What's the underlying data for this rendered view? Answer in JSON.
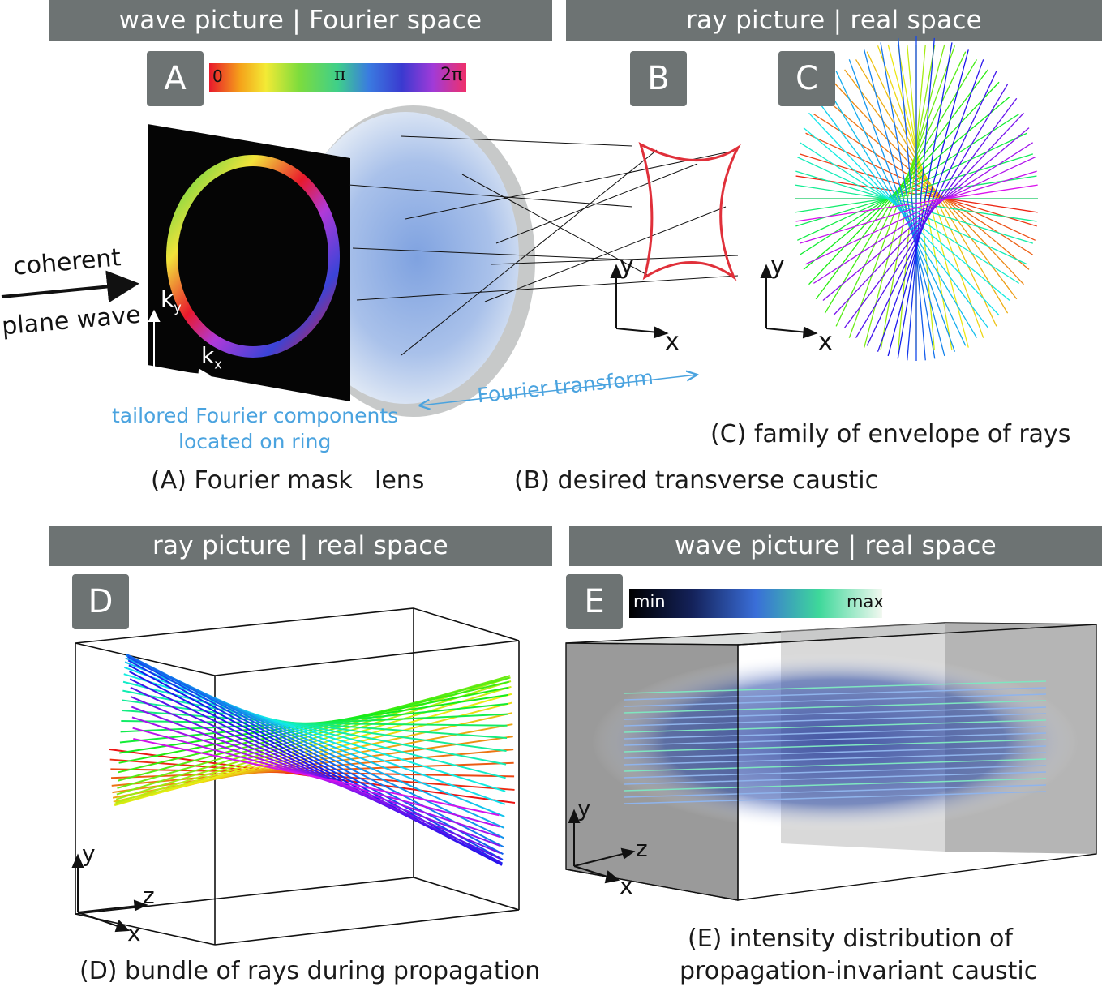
{
  "headers": {
    "top_left": "wave picture | Fourier space",
    "top_right": "ray picture | real space",
    "bottom_left": "ray picture | real space",
    "bottom_right": "wave picture | real space"
  },
  "badges": {
    "a": "A",
    "b": "B",
    "c": "C",
    "d": "D",
    "e": "E"
  },
  "phase_colorbar": {
    "min": "0",
    "mid": "π",
    "max": "2π"
  },
  "intensity_colorbar": {
    "min": "min",
    "max": "max"
  },
  "panel_a": {
    "input_line1": "coherent",
    "input_line2": "plane wave",
    "ky": "k",
    "ky_sub": "y",
    "kx": "k",
    "kx_sub": "x",
    "note_line1": "tailored Fourier components",
    "note_line2": "located on ring",
    "transform": "Fourier transform",
    "caption_mask": "(A) Fourier mask",
    "caption_lens": "lens"
  },
  "panel_b": {
    "axis_y": "y",
    "axis_x": "x",
    "caption": "(B) desired transverse caustic"
  },
  "panel_c": {
    "axis_y": "y",
    "axis_x": "x",
    "caption": "(C) family of envelope of rays"
  },
  "panel_d": {
    "axis_y": "y",
    "axis_z": "z",
    "axis_x": "x",
    "caption": "(D) bundle of rays during propagation"
  },
  "panel_e": {
    "axis_y": "y",
    "axis_z": "z",
    "axis_x": "x",
    "caption_line1": "(E) intensity distribution of",
    "caption_line2": "propagation-invariant caustic"
  },
  "colors": {
    "header": "#6d7373",
    "note_blue": "#4aa3df",
    "caustic_red": "#e0303a"
  }
}
